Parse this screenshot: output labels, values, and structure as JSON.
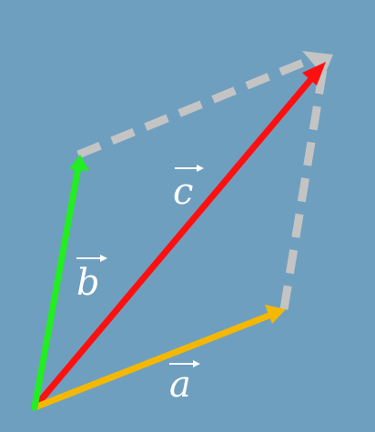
{
  "diagram": {
    "background": "#6f9fbf",
    "vectors": [
      {
        "id": "a",
        "label": "a",
        "color": "#f5b800"
      },
      {
        "id": "b",
        "label": "b",
        "color": "#22ee22"
      },
      {
        "id": "c",
        "label": "c",
        "color": "#ff1010"
      }
    ],
    "guide_color": "#c4c4c4"
  }
}
